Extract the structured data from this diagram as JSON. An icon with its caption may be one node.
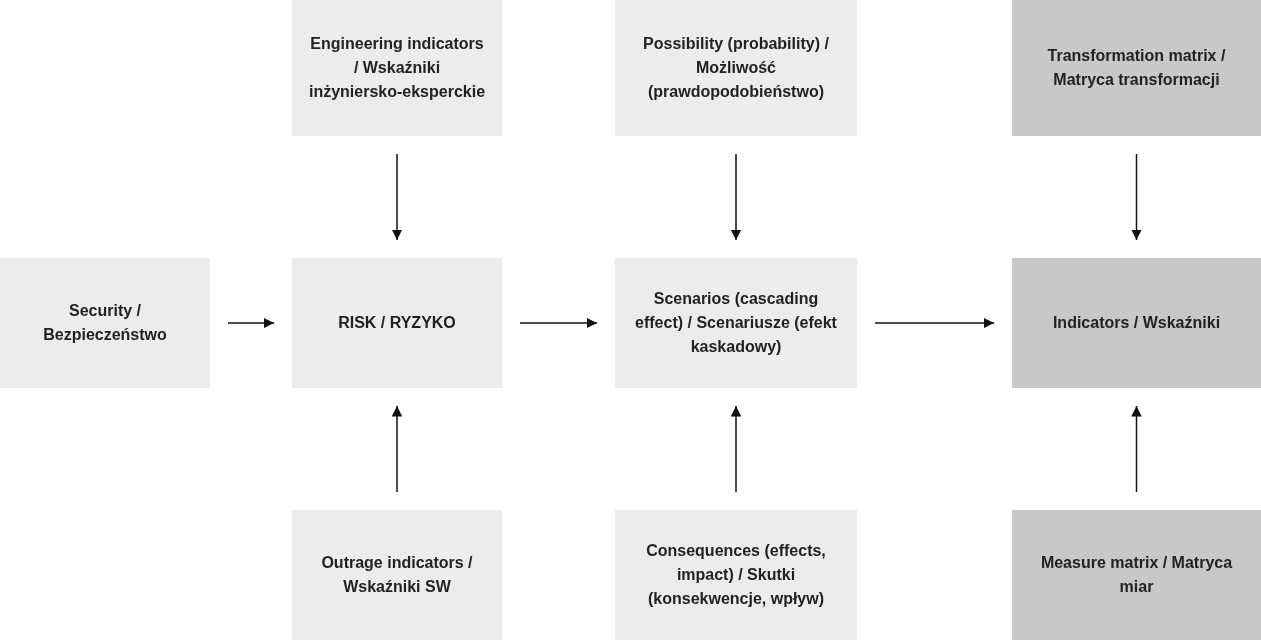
{
  "diagram": {
    "nodes": [
      {
        "text": [
          "Engineering indicators / Wskaźniki inżyniersko-eksperckie"
        ]
      },
      {
        "text": [
          "Possibility (probability) / Możliwość (prawdopodobieństwo)"
        ]
      },
      {
        "text": [
          "Transformation matrix / Matryca transformacji"
        ]
      },
      {
        "text": [
          "Security / Bezpieczeństwo"
        ]
      },
      {
        "text": [
          "RISK / RYZYKO"
        ]
      },
      {
        "text": [
          "Scenarios (cascading effect) / Scenariusze (efekt kaskadowy)"
        ]
      },
      {
        "text": [
          "Indicators / Wskaźniki"
        ]
      },
      {
        "text": [
          "Outrage indicators / Wskaźniki SW"
        ]
      },
      {
        "text": [
          "Consequences (effects, impact) / Skutki (konsekwencje, wpływ)"
        ]
      },
      {
        "text": [
          "Measure matrix / Matryca miar"
        ]
      }
    ],
    "edges": [
      {
        "from": 3,
        "to": 4,
        "arrow": "to"
      },
      {
        "from": 4,
        "to": 5,
        "arrow": "to"
      },
      {
        "from": 5,
        "to": 6,
        "arrow": "to"
      },
      {
        "from": 0,
        "to": 4,
        "arrow": "to"
      },
      {
        "from": 1,
        "to": 5,
        "arrow": "to"
      },
      {
        "from": 2,
        "to": 6,
        "arrow": "to"
      },
      {
        "from": 7,
        "to": 4,
        "arrow": "to"
      },
      {
        "from": 8,
        "to": 5,
        "arrow": "to"
      },
      {
        "from": 9,
        "to": 6,
        "arrow": "to"
      }
    ]
  }
}
